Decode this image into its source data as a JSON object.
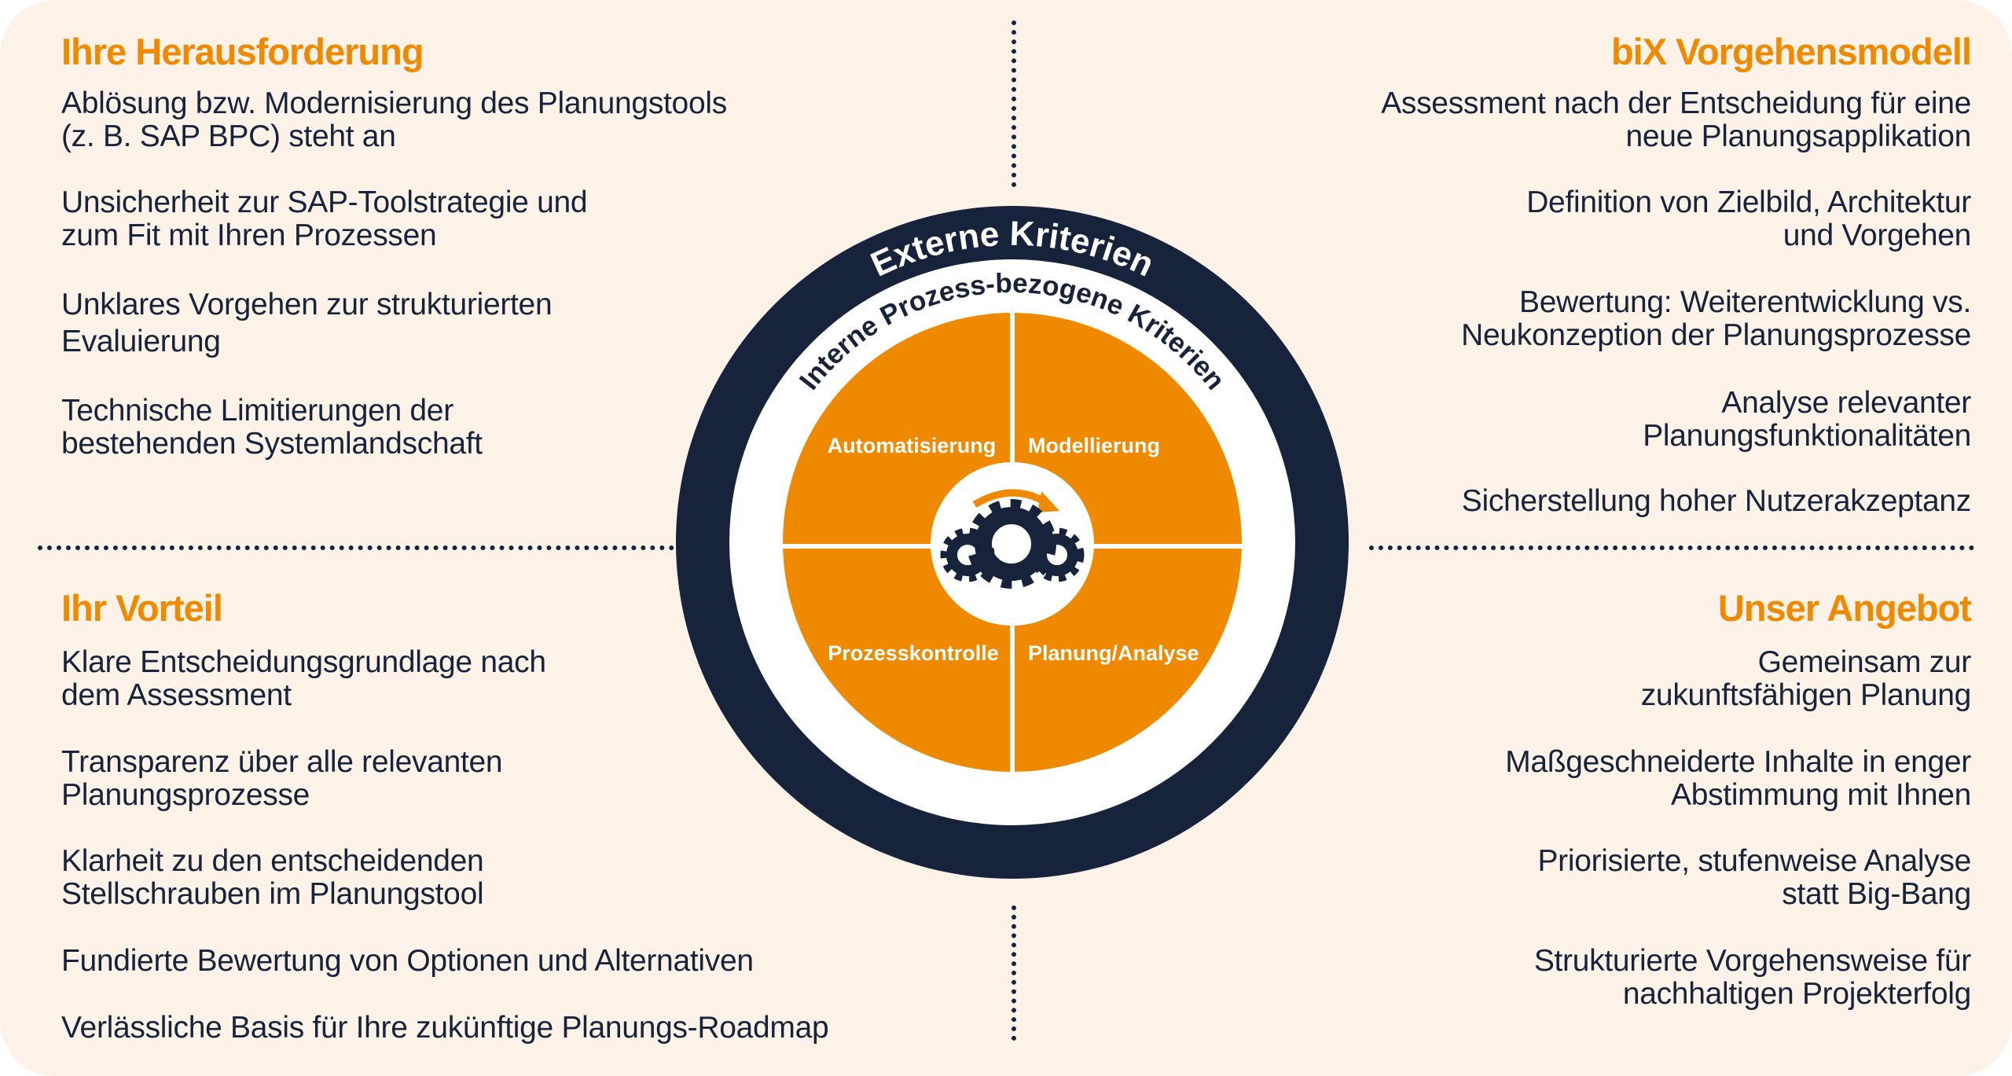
{
  "colors": {
    "orange": "#ef8a00",
    "navy": "#16233a",
    "background": "#fdf2e8"
  },
  "top_left": {
    "heading": "Ihre Herausforderung",
    "items": [
      "Ablösung bzw. Modernisierung des Planungstools\n(z. B. SAP BPC) steht an",
      "Unsicherheit zur SAP-Toolstrategie und\nzum Fit mit Ihren Prozessen",
      "Unklares Vorgehen zur strukturierten\nEvaluierung",
      "Technische Limitierungen der\nbestehenden Systemlandschaft"
    ]
  },
  "top_right": {
    "heading": "biX Vorgehensmodell",
    "items": [
      "Assessment nach der Entscheidung für eine\nneue Planungsapplikation",
      "Definition von Zielbild, Architektur\nund Vorgehen",
      "Bewertung: Weiterentwicklung vs.\nNeukonzeption der Planungsprozesse",
      "Analyse relevanter\nPlanungsfunktionalitäten",
      "Sicherstellung hoher Nutzerakzeptanz"
    ]
  },
  "bottom_left": {
    "heading": "Ihr Vorteil",
    "items": [
      "Klare Entscheidungsgrundlage nach\ndem Assessment",
      "Transparenz über alle relevanten\nPlanungsprozesse",
      "Klarheit zu den entscheidenden\nStellschrauben im Planungstool",
      "Fundierte Bewertung von Optionen und Alternativen",
      "Verlässliche Basis für Ihre zukünftige Planungs-Roadmap"
    ]
  },
  "bottom_right": {
    "heading": "Unser Angebot",
    "items": [
      "Gemeinsam zur\nzukunftsfähigen Planung",
      "Maßgeschneiderte Inhalte in enger\nAbstimmung mit Ihnen",
      "Priorisierte, stufenweise Analyse\nstatt Big-Bang",
      "Strukturierte Vorgehensweise für\nnachhaltigen Projekterfolg"
    ]
  },
  "diagram": {
    "outer_ring": "Externe Kriterien",
    "inner_ring": "Interne Prozess-bezogene Kriterien",
    "quadrants": [
      "Automatisierung",
      "Modellierung",
      "Prozesskontrolle",
      "Planung/Analyse"
    ],
    "center_icon": "gears-with-arrow-icon"
  }
}
